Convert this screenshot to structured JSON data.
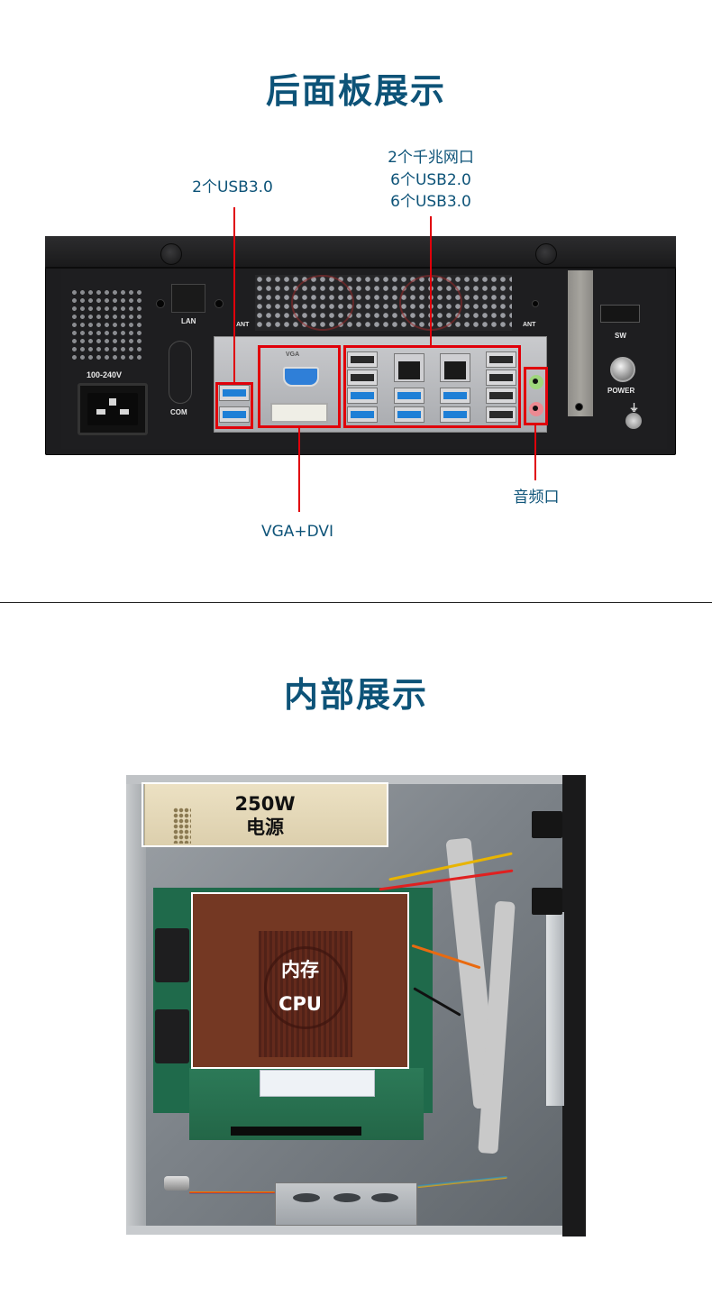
{
  "rear_panel": {
    "title": "后面板展示",
    "callouts": {
      "usb_left": "2个USB3.0",
      "io_group": [
        "2个千兆网口",
        "6个USB2.0",
        "6个USB3.0"
      ],
      "video": "VGA+DVI",
      "audio": "音频口"
    },
    "panel_labels": {
      "voltage": "100-240V",
      "lan": "LAN",
      "ant_left": "ANT",
      "ant_right": "ANT",
      "com": "COM",
      "sw": "SW",
      "power": "POWER",
      "vga": "VGA"
    },
    "ground_symbol": "⏚"
  },
  "interior": {
    "title": "内部展示",
    "psu_label": [
      "250W",
      "电源"
    ],
    "board_label": [
      "内存",
      "CPU"
    ]
  },
  "colors": {
    "title_blue": "#0d5378",
    "callout_red": "#e0000a",
    "cpu_overlay": "#962614",
    "highlight_border": "#ffffff"
  }
}
